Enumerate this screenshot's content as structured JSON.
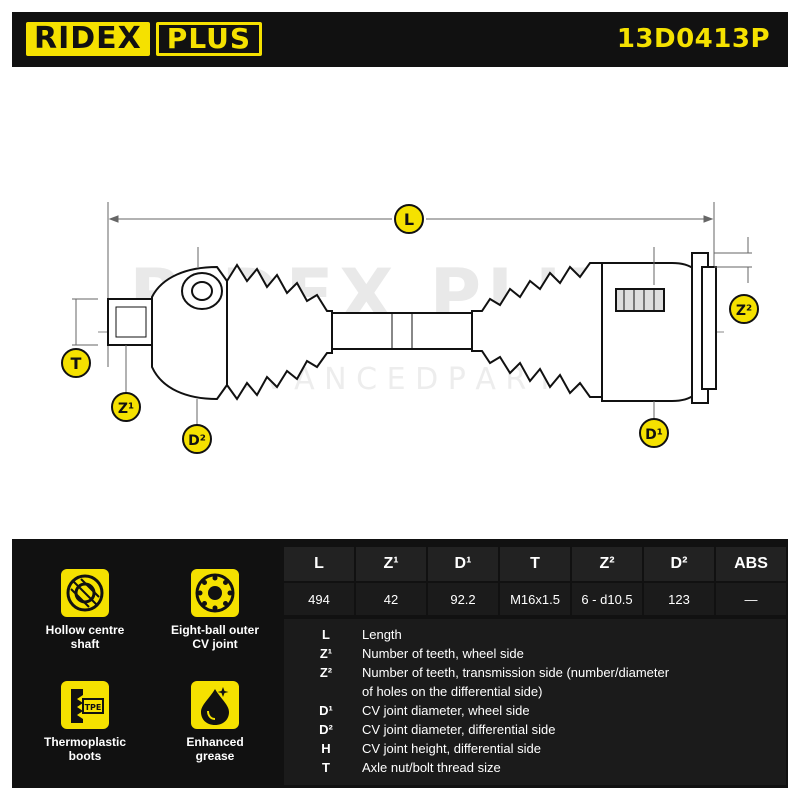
{
  "header": {
    "logo_left": "RIDEX",
    "logo_right": "PLUS",
    "part_number": "13D0413P"
  },
  "drawing": {
    "watermark_main": "RIDEX PLUS",
    "watermark_sub": "A D V A N C E D   P A R T S",
    "labels": {
      "L": "L",
      "T": "T",
      "Z1": "Z¹",
      "D2": "D²",
      "Z2": "Z²",
      "D1": "D¹"
    }
  },
  "features": [
    {
      "label_line1": "Hollow centre",
      "label_line2": "shaft",
      "icon": "hollow-shaft-icon"
    },
    {
      "label_line1": "Eight-ball outer",
      "label_line2": "CV joint",
      "icon": "ball-bearing-icon"
    },
    {
      "label_line1": "Thermoplastic",
      "label_line2": "boots",
      "icon": "tpe-boot-icon",
      "icon_text": "TPE"
    },
    {
      "label_line1": "Enhanced",
      "label_line2": "grease",
      "icon": "grease-icon"
    }
  ],
  "spec_table": {
    "headers": [
      "L",
      "Z¹",
      "D¹",
      "T",
      "Z²",
      "D²",
      "ABS"
    ],
    "values": [
      "494",
      "42",
      "92.2",
      "M16x1.5",
      "6 - d10.5",
      "123",
      "—"
    ]
  },
  "legend": [
    {
      "key": "L",
      "text": "Length"
    },
    {
      "key": "Z¹",
      "text": "Number of teeth, wheel side"
    },
    {
      "key": "Z²",
      "text": "Number of teeth, transmission side (number/diameter"
    },
    {
      "key": "",
      "text": "of holes on the differential side)"
    },
    {
      "key": "D¹",
      "text": "CV joint diameter, wheel side"
    },
    {
      "key": "D²",
      "text": "CV joint diameter, differential side"
    },
    {
      "key": "H",
      "text": "CV joint height, differential side"
    },
    {
      "key": "T",
      "text": "Axle nut/bolt thread size"
    }
  ],
  "colors": {
    "accent": "#f5e100",
    "background": "#111111"
  }
}
